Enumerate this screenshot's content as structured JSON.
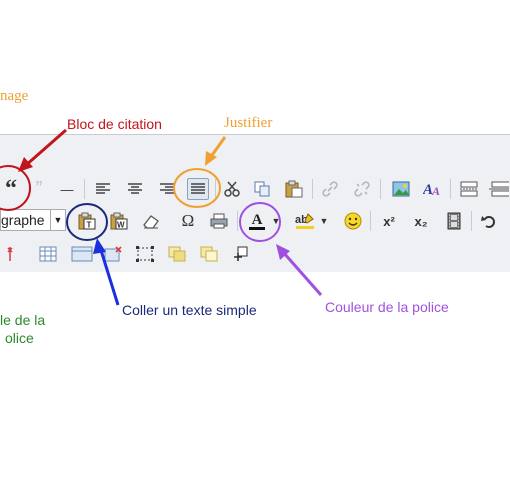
{
  "annotations": {
    "image": "nage",
    "blockquote": "Bloc de citation",
    "justify": "Justifier",
    "font_size_line1": "le de la",
    "font_size_line2": "olice",
    "paste_plain": "Coller un texte simple",
    "font_color": "Couleur de la police"
  },
  "toolbar": {
    "format_select": "graphe",
    "buttons": {
      "blockquote": "“",
      "hr": "—",
      "special_char": "Ω",
      "font_color": "A",
      "superscript": "x²",
      "subscript": "x₂"
    }
  },
  "colors": {
    "orange": "#f0a030",
    "red": "#c0151a",
    "navy": "#1a2a7a",
    "blue": "#1a30e0",
    "purple": "#a050e0",
    "green": "#2a8a2a"
  }
}
